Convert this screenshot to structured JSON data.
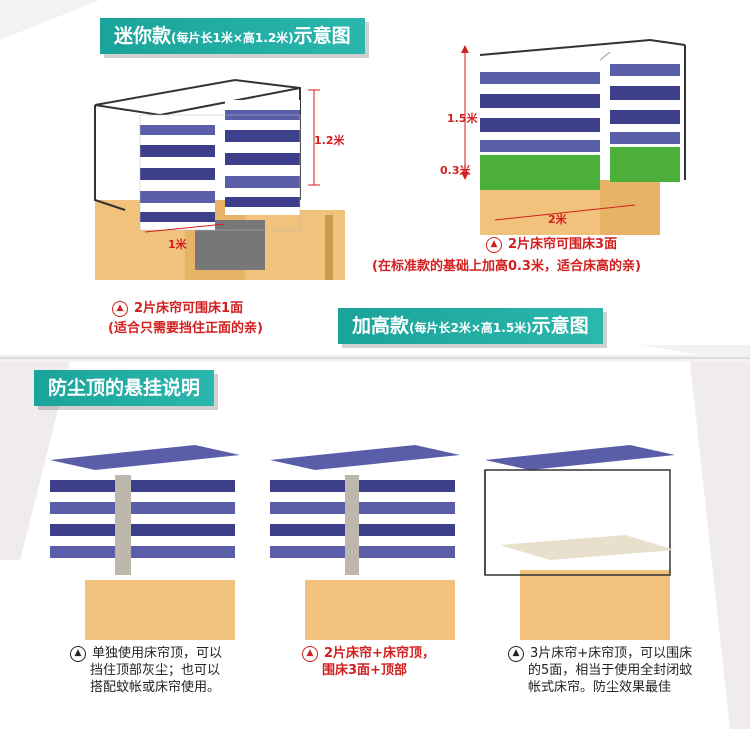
{
  "colors": {
    "teal": "#1aa39a",
    "red": "#d21f1f",
    "navy": "#3d3f8a",
    "green": "#4caf3a",
    "wood": "#f0c27b"
  },
  "mini": {
    "title_main": "迷你款",
    "title_sub": "(每片长1米×高1.2米)",
    "title_end": "示意图",
    "height_label": "1.2米",
    "width_label": "1米",
    "caption_line1": "2片床帘可围床1面",
    "caption_line2": "(适合只需要挡住正面的亲)"
  },
  "tall": {
    "title_main": "加高款",
    "title_sub": "(每片长2米×高1.5米)",
    "title_end": "示意图",
    "height_label": "1.5米",
    "extra_label": "0.3米",
    "width_label": "2米",
    "caption_line1": "2片床帘可围床3面",
    "caption_line2": "(在标准款的基础上加高0.3米，适合床高的亲)"
  },
  "dust": {
    "title": "防尘顶的悬挂说明",
    "items": [
      {
        "line1": "单独使用床帘顶，可以",
        "line2": "挡住顶部灰尘；也可以",
        "line3": "搭配蚊帐或床帘使用。"
      },
      {
        "line1": "2片床帘+床帘顶，",
        "line2": "围床3面+顶部",
        "line3": ""
      },
      {
        "line1": "3片床帘+床帘顶，可以围床",
        "line2": "的5面，相当于使用全封闭蚊",
        "line3": "帐式床帘。防尘效果最佳"
      }
    ]
  }
}
